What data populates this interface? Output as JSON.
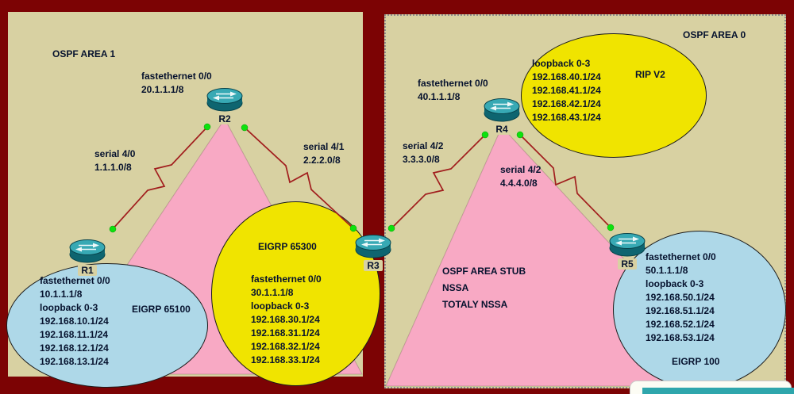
{
  "colors": {
    "background": "#7c0304",
    "panel": "#d8d1a2",
    "triangle_pink": "#f8a9c4",
    "ellipse_yellow": "#f0e400",
    "ellipse_blue": "#aed8e8",
    "router_teal": "#37a9b4",
    "link_line": "#a11d1d",
    "link_dot_green": "#0de20d",
    "text": "#06122e"
  },
  "areas": {
    "area1": "OSPF AREA 1",
    "area0": "OSPF AREA 0"
  },
  "links": {
    "r2_interface": "fastethernet 0/0\n20.1.1.1/8",
    "serial_r1_r2": "serial 4/0\n1.1.1.0/8",
    "serial_r2_r3": "serial 4/1\n2.2.2.0/8",
    "r4_interface": "fastethernet 0/0\n40.1.1.1/8",
    "serial_r3_r4": "serial 4/2\n3.3.3.0/8",
    "serial_r4_r5": "serial 4/2\n4.4.4.0/8"
  },
  "notes": {
    "stub": "OSPF AREA STUB\nNSSA\nTOTALY NSSA"
  },
  "zones": {
    "eigrp_65100": {
      "title": "EIGRP 65100",
      "details": "fastethernet 0/0\n10.1.1.1/8\nloopback 0-3\n192.168.10.1/24\n192.168.11.1/24\n192.168.12.1/24\n192.168.13.1/24"
    },
    "eigrp_65300": {
      "title": "EIGRP 65300",
      "details": "fastethernet 0/0\n30.1.1.1/8\nloopback 0-3\n192.168.30.1/24\n192.168.31.1/24\n192.168.32.1/24\n192.168.33.1/24"
    },
    "rip_v2": {
      "title": "RIP V2",
      "details": "loopback 0-3\n192.168.40.1/24\n192.168.41.1/24\n192.168.42.1/24\n192.168.43.1/24"
    },
    "eigrp_100": {
      "title": "EIGRP 100",
      "details": "fastethernet 0/0\n50.1.1.1/8\nloopback 0-3\n192.168.50.1/24\n192.168.51.1/24\n192.168.52.1/24\n192.168.53.1/24"
    }
  },
  "routers": {
    "r1": "R1",
    "r2": "R2",
    "r3": "R3",
    "r4": "R4",
    "r5": "R5"
  }
}
